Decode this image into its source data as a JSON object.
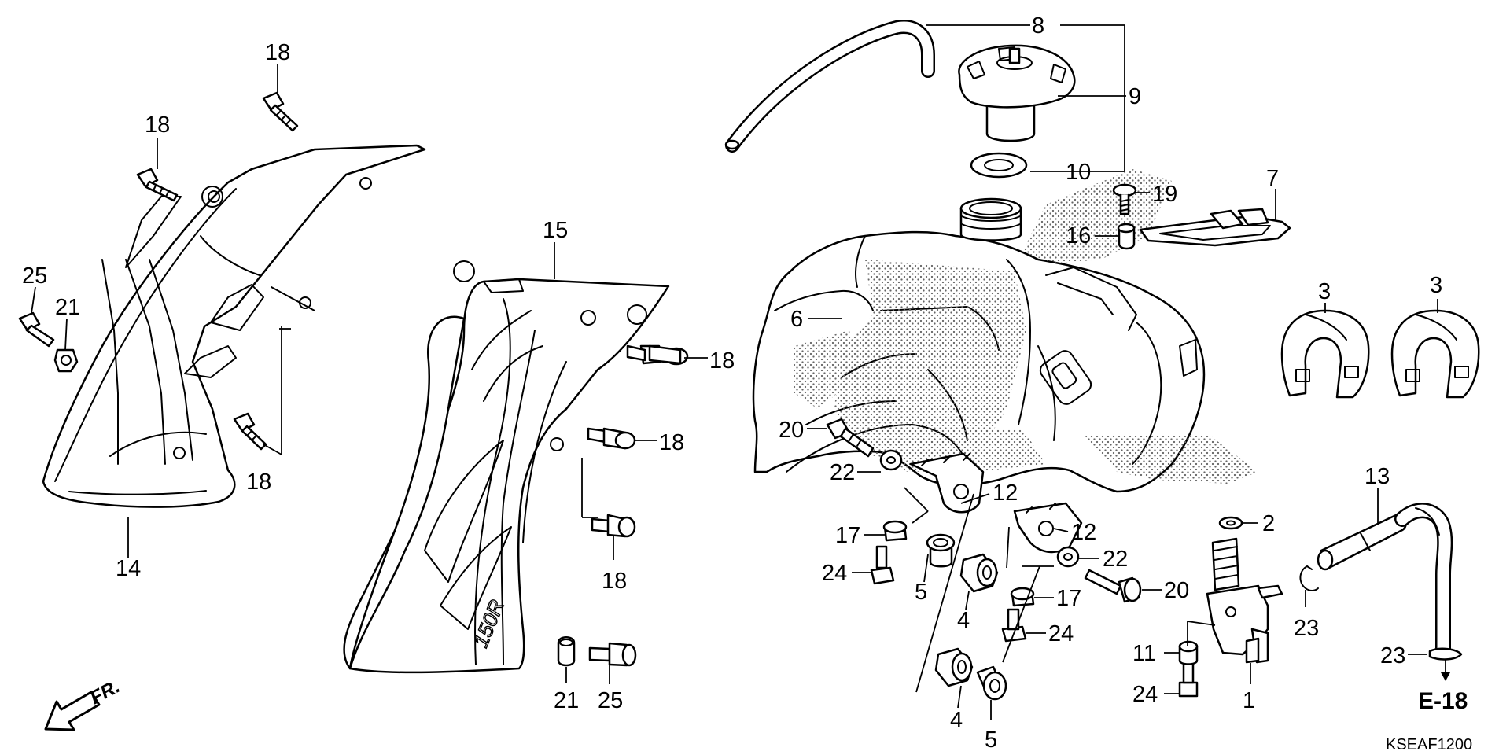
{
  "labels": {
    "l1": "1",
    "l2": "2",
    "l3a": "3",
    "l3b": "3",
    "l4a": "4",
    "l4b": "4",
    "l5a": "5",
    "l5b": "5",
    "l6": "6",
    "l7": "7",
    "l8": "8",
    "l9": "9",
    "l10": "10",
    "l11": "11",
    "l12a": "12",
    "l12b": "12",
    "l13": "13",
    "l14": "14",
    "l15": "15",
    "l16": "16",
    "l17a": "17",
    "l17b": "17",
    "l18a": "18",
    "l18b": "18",
    "l18c": "18",
    "l18d": "18",
    "l18e": "18",
    "l18f": "18",
    "l19": "19",
    "l20a": "20",
    "l20b": "20",
    "l21a": "21",
    "l21b": "21",
    "l22a": "22",
    "l22b": "22",
    "l23a": "23",
    "l23b": "23",
    "l24a": "24",
    "l24b": "24",
    "l24c": "24",
    "l25a": "25",
    "l25b": "25"
  },
  "fr_label": "FR.",
  "ref_label": "E-18",
  "diagram_code": "KSEAF1200",
  "colors": {
    "line": "#000000",
    "background": "#ffffff",
    "stipple": "#666666"
  },
  "icons": {
    "front_arrow": "arrow-left-down-icon"
  }
}
